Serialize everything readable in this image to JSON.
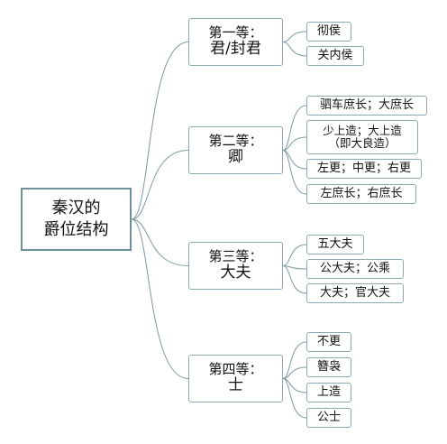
{
  "root": {
    "line1": "秦汉的",
    "line2": "爵位结构"
  },
  "tiers": [
    {
      "rank": "第一等：",
      "name": "君/封君",
      "items": [
        "彻侯",
        "关内侯"
      ]
    },
    {
      "rank": "第二等：",
      "name": "卿",
      "items": [
        "驷车庶长；大庶长",
        "少上造；大上造\n（即大良造）",
        "左更；中更；右更",
        "左庶长；右庶长"
      ]
    },
    {
      "rank": "第三等：",
      "name": "大夫",
      "items": [
        "五大夫",
        "公大夫；公乘",
        "大夫；官大夫"
      ]
    },
    {
      "rank": "第四等：",
      "name": "士",
      "items": [
        "不更",
        "簪袅",
        "上造",
        "公士"
      ]
    }
  ],
  "colors": {
    "connector": "#7f9a9f",
    "border": "#8fa9b4"
  }
}
